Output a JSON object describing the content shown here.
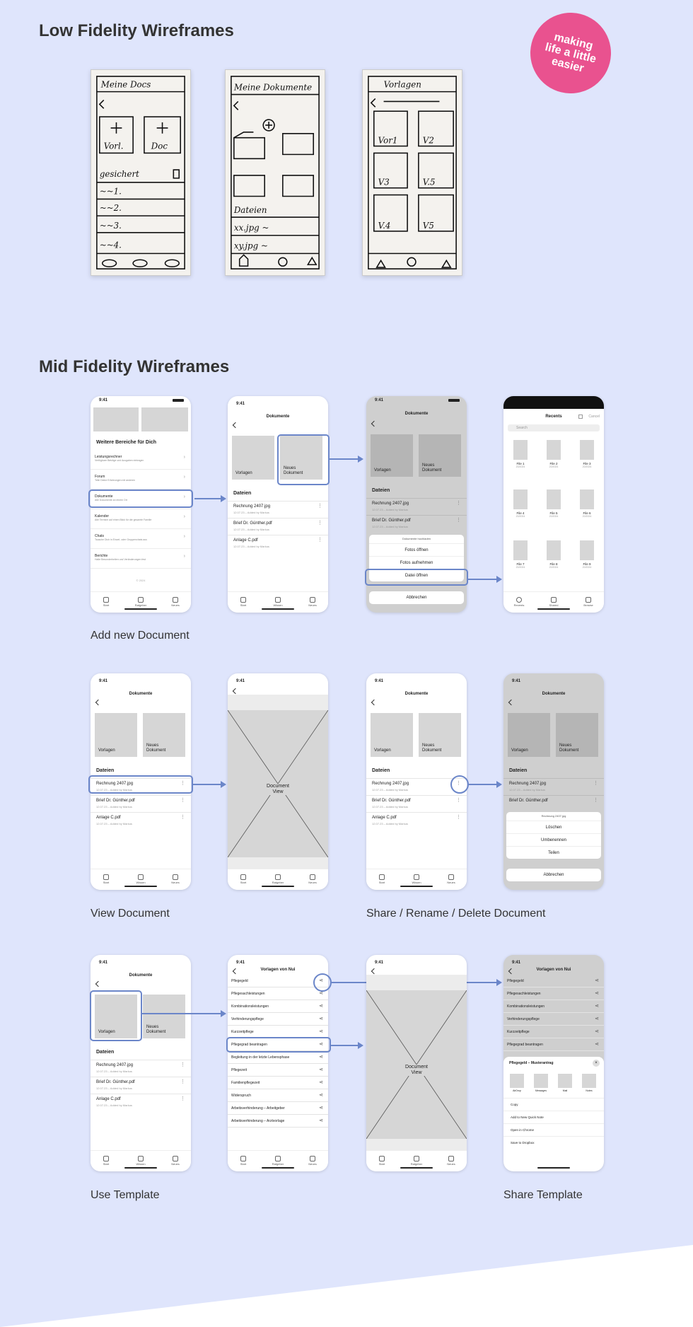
{
  "headings": {
    "low": "Low Fidelity Wireframes",
    "mid": "Mid Fidelity Wireframes"
  },
  "badge": "making life a little easier",
  "captions": {
    "add": "Add new Document",
    "view": "View Document",
    "share": "Share / Rename / Delete Document",
    "use": "Use Template",
    "share_template": "Share Template"
  },
  "sketches": [
    {
      "title": "Meine Docs",
      "btn1": "Vorl.",
      "btn2": "Doc",
      "label": "gesichert",
      "rows": [
        "~~1.",
        "~~2.",
        "~~3.",
        "~~4."
      ]
    },
    {
      "title": "Meine Dokumente",
      "label": "Dateien",
      "rows": [
        "xx.jpg ~",
        "xy.jpg ~"
      ]
    },
    {
      "title": "Vorlagen",
      "tiles": [
        "Vor1",
        "V2",
        "V3",
        "V.5",
        "V.4",
        "V5"
      ]
    }
  ],
  "status_time": "9:41",
  "docs": {
    "title": "Dokumente",
    "tile_vorlagen": "Vorlagen",
    "tile_neues": "Neues Dokument",
    "section": "Dateien",
    "files": [
      {
        "name": "Rechnung 2407.jpg",
        "meta": "12.07.23 – Added by Markus"
      },
      {
        "name": "Brief Dr. Günther.pdf",
        "meta": "12.07.23 – Added by Markus"
      },
      {
        "name": "Anlage C.pdf",
        "meta": "12.07.23 – Added by Markus"
      }
    ]
  },
  "tabs": {
    "start": "Start",
    "wissen": "Wissen",
    "neues": "Neues",
    "ratgeber": "Ratgeber"
  },
  "menu": {
    "section": "Weitere Bereiche für Dich",
    "items": [
      {
        "title": "Leistungsrechner",
        "sub": "Verfügbare Beträge und Ausgaben eintragen"
      },
      {
        "title": "Forum",
        "sub": "Teile Deine Erfahrungen mit anderen"
      },
      {
        "title": "Dokumente",
        "sub": "Alle Dokumente an einem Ort"
      },
      {
        "title": "Kalender",
        "sub": "Alle Termine auf einen Blick für die gesamte Familie"
      },
      {
        "title": "Chats",
        "sub": "Tausche Dich in Einzel- oder Gruppenchats aus"
      },
      {
        "title": "Berichte",
        "sub": "Halte Besonderheiten und Veränderungen fest"
      }
    ],
    "footer": "© 2024"
  },
  "upload_sheet": {
    "heading": "Dokumente hochladen",
    "options": [
      "Fotos öffnen",
      "Fotos aufnehmen",
      "Datei öffnen"
    ],
    "cancel": "Abbrechen"
  },
  "picker": {
    "title": "Recents",
    "cancel": "Cancel",
    "search": "Search",
    "files": [
      {
        "name": "File 1",
        "date": "20/2024"
      },
      {
        "name": "File 2",
        "date": "20/2024"
      },
      {
        "name": "File 3",
        "date": "20/2024"
      },
      {
        "name": "File 4",
        "date": "20/2024"
      },
      {
        "name": "File 5",
        "date": "20/2024"
      },
      {
        "name": "File 6",
        "date": "20/2024"
      },
      {
        "name": "File 7",
        "date": "20/2024"
      },
      {
        "name": "File 8",
        "date": "20/2024"
      },
      {
        "name": "File 9",
        "date": "20/2024"
      }
    ],
    "tabs": [
      "Recents",
      "Shared",
      "Browse"
    ]
  },
  "doc_view": "Document View",
  "action_sheet": {
    "heading": "Rechnung 2407.jpg",
    "options": [
      "Löschen",
      "Umbenennen",
      "Teilen"
    ],
    "cancel": "Abbrechen"
  },
  "templates": {
    "title": "Vorlagen von Nui",
    "items": [
      "Pflegegeld",
      "Pflegesachleistungen",
      "Kombinationsleistungen",
      "Verhinderungspflege",
      "Kurzzeitpflege",
      "Pflegegrad beantragen",
      "Begleitung in der letzte Lebensphase",
      "Pflegezeit",
      "Familienpflegezeit",
      "Widerspruch",
      "Arbeitsverhinderung – Arbeitgeber",
      "Arbeitsverhinderung – Arztvorlage"
    ]
  },
  "share_sheet": {
    "title": "Pflegegeld – Musterantrag",
    "apps": [
      "AirDrop",
      "Messages",
      "Mail",
      "Notes"
    ],
    "actions": [
      "Copy",
      "Add to New Quick Note",
      "Open in Chrome",
      "Save to Dropbox"
    ]
  }
}
